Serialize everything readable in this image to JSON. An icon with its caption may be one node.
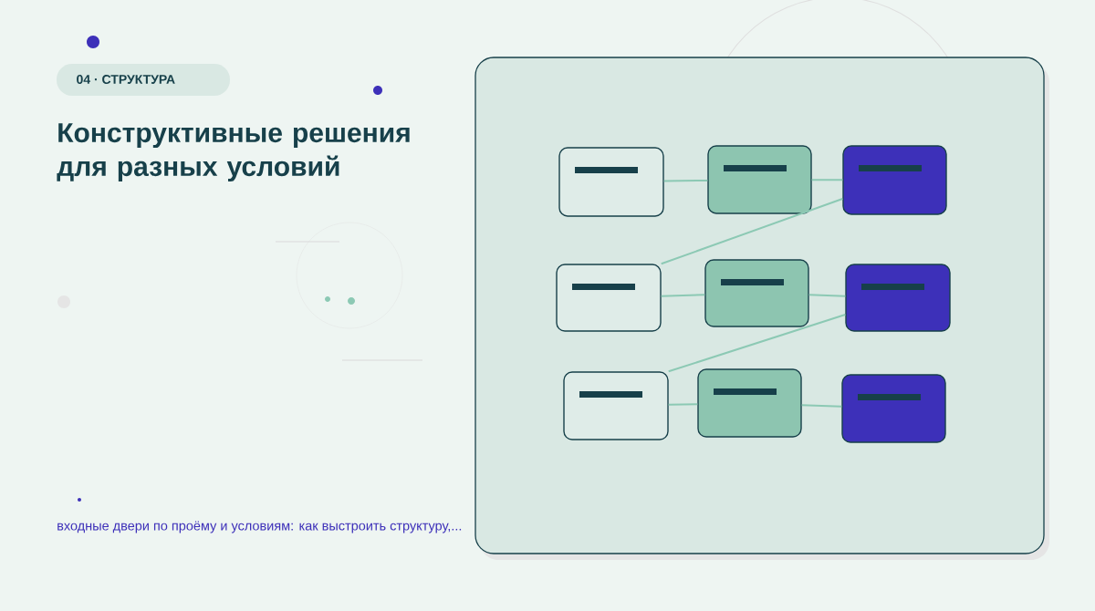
{
  "diagram": {
    "title": "Конструктивные решения для разных условий",
    "caption": "входные двери по проёму и условиям: как выстроить структуру,...",
    "labels": [
      "04 · СТРУКТУРА"
    ],
    "nodes": [
      {
        "text": [],
        "shape": "box"
      },
      {
        "text": [],
        "shape": "box"
      },
      {
        "text": [],
        "shape": "box"
      },
      {
        "text": [],
        "shape": "box"
      },
      {
        "text": [],
        "shape": "box"
      },
      {
        "text": [],
        "shape": "box"
      },
      {
        "text": [],
        "shape": "box"
      },
      {
        "text": [],
        "shape": "box"
      },
      {
        "text": [],
        "shape": "box"
      }
    ],
    "edges": [
      {
        "from": 0,
        "to": 1,
        "arrow": "none"
      },
      {
        "from": 1,
        "to": 2,
        "arrow": "none"
      },
      {
        "from": 2,
        "to": 3,
        "arrow": "none"
      },
      {
        "from": 3,
        "to": 4,
        "arrow": "none"
      },
      {
        "from": 4,
        "to": 5,
        "arrow": "none"
      },
      {
        "from": 5,
        "to": 6,
        "arrow": "none"
      },
      {
        "from": 6,
        "to": 7,
        "arrow": "none"
      },
      {
        "from": 7,
        "to": 8,
        "arrow": "none"
      }
    ]
  }
}
